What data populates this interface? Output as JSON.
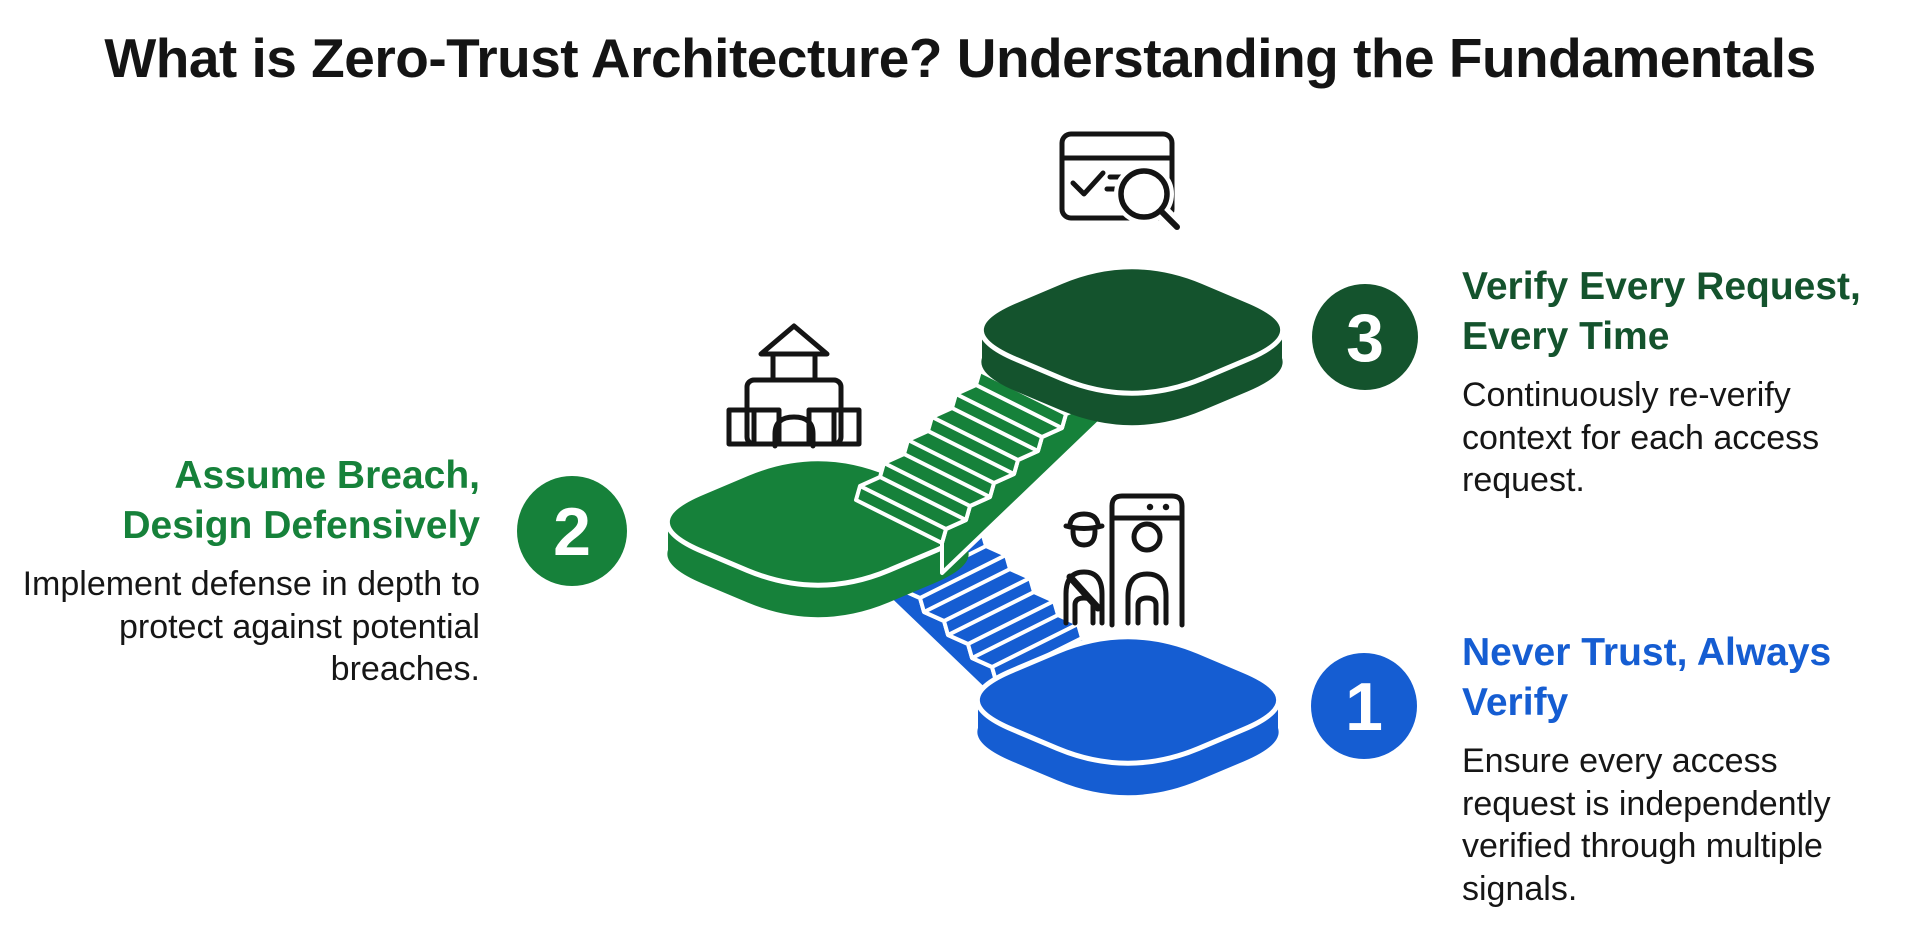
{
  "title": "What is Zero-Trust Architecture? Understanding the Fundamentals",
  "colors": {
    "green": "#16813A",
    "dark_green": "#14532D",
    "blue": "#155DD2",
    "text": "#161616",
    "background": "#FFFFFF"
  },
  "steps": [
    {
      "number": "1",
      "heading": "Never Trust, Always Verify",
      "description": "Ensure every access request is independently verified through multiple signals.",
      "color": "#155DD2"
    },
    {
      "number": "2",
      "heading": "Assume Breach, Design Defensively",
      "description": "Implement defense in depth to protect against potential breaches.",
      "color": "#16813A"
    },
    {
      "number": "3",
      "heading": "Verify Every Request, Every Time",
      "description": "Continuously re-verify context for each access request.",
      "color": "#14532D"
    }
  ],
  "icons": [
    {
      "name": "browser-verify-icon"
    },
    {
      "name": "castle-blocks-icon"
    },
    {
      "name": "security-checkpoint-icon"
    }
  ]
}
